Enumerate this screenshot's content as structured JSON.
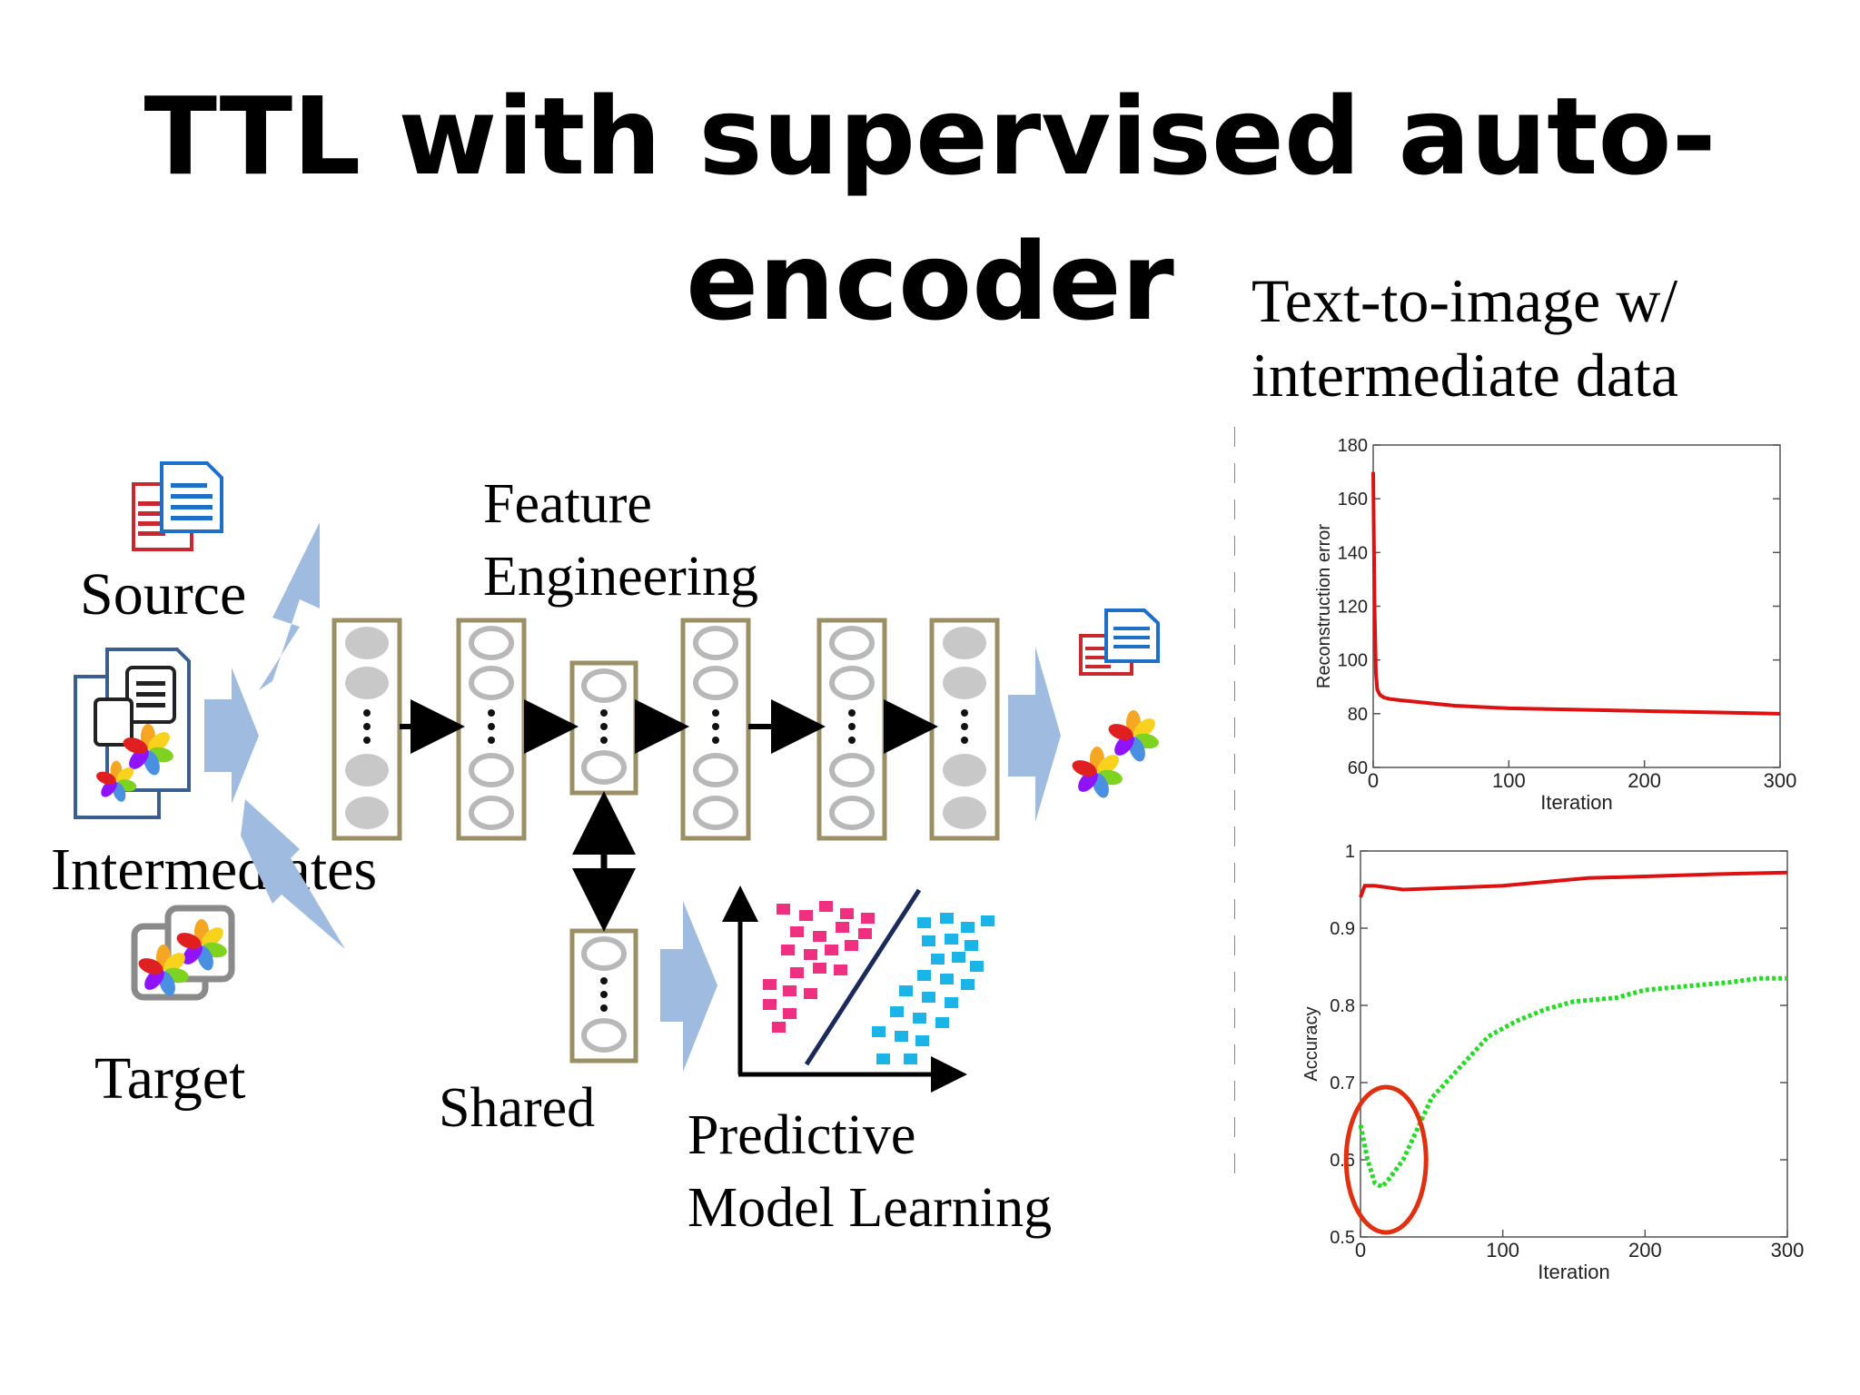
{
  "title": {
    "line1": "TTL with supervised auto-",
    "line2": "encoder"
  },
  "diagram": {
    "source_label": "Source",
    "intermediates_label": "Intermediates",
    "target_label": "Target",
    "feature_label_1": "Feature",
    "feature_label_2": "Engineering",
    "shared_label": "Shared",
    "predictive_label_1": "Predictive",
    "predictive_label_2": "Model Learning"
  },
  "right_panel": {
    "heading_1": "Text-to-image w/",
    "heading_2": "intermediate data"
  },
  "colors": {
    "layer_border": "#9b8f66",
    "arrow_blue": "#9fbce0",
    "red_line": "#dd1111",
    "green_line": "#22dd22",
    "dashed_line": "#5a8ccc",
    "pink": "#ef2f7f",
    "cyan": "#1ab4e8",
    "circle": "#e03010"
  },
  "chart_data": [
    {
      "type": "line",
      "title": "",
      "xlabel": "Iteration",
      "ylabel": "Reconstruction error",
      "xlim": [
        0,
        300
      ],
      "ylim": [
        60,
        180
      ],
      "xticks": [
        "0",
        "100",
        "200",
        "300"
      ],
      "yticks": [
        "60",
        "80",
        "100",
        "120",
        "140",
        "160",
        "180"
      ],
      "series": [
        {
          "x": [
            0,
            1,
            2,
            3,
            5,
            8,
            12,
            20,
            40,
            60,
            100,
            150,
            200,
            250,
            300
          ],
          "y": [
            170,
            120,
            95,
            89,
            87,
            86,
            85.5,
            85,
            84,
            83,
            82,
            81.5,
            81,
            80.5,
            80
          ]
        }
      ]
    },
    {
      "type": "line",
      "title": "",
      "xlabel": "Iteration",
      "ylabel": "Accuracy",
      "xlim": [
        0,
        300
      ],
      "ylim": [
        0.5,
        1
      ],
      "xticks": [
        "0",
        "100",
        "200",
        "300"
      ],
      "yticks": [
        "0.5",
        "0.6",
        "0.7",
        "0.8",
        "0.9",
        "1"
      ],
      "series": [
        {
          "x": [
            0,
            3,
            10,
            30,
            60,
            100,
            130,
            160,
            200,
            250,
            300
          ],
          "y": [
            0.94,
            0.955,
            0.955,
            0.95,
            0.952,
            0.955,
            0.96,
            0.965,
            0.967,
            0.97,
            0.972
          ]
        },
        {
          "x": [
            0,
            5,
            10,
            15,
            20,
            30,
            40,
            50,
            60,
            75,
            90,
            110,
            130,
            150,
            180,
            200,
            230,
            260,
            280,
            300
          ],
          "y": [
            0.645,
            0.6,
            0.57,
            0.565,
            0.575,
            0.6,
            0.64,
            0.68,
            0.7,
            0.73,
            0.76,
            0.78,
            0.795,
            0.805,
            0.81,
            0.82,
            0.825,
            0.83,
            0.835,
            0.835
          ]
        }
      ]
    }
  ]
}
